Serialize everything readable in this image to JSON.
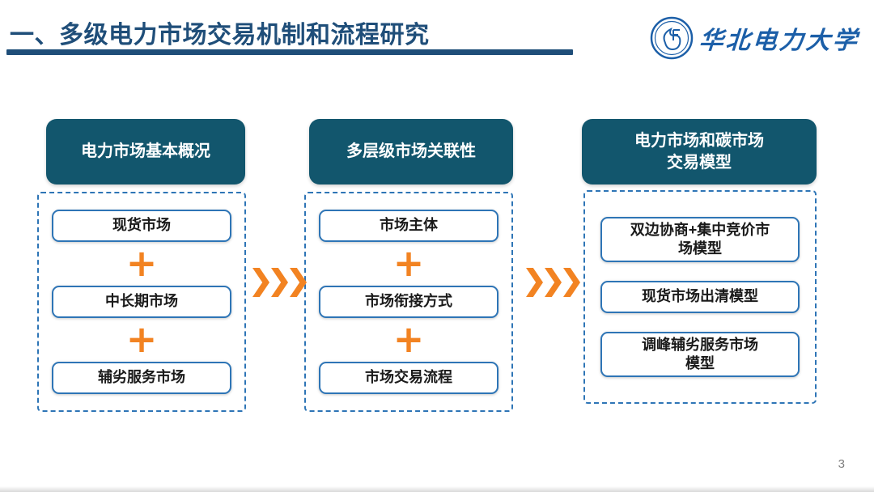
{
  "header": {
    "title": "一、多级电力市场交易机制和流程研究",
    "logo_text": "华北电力大学"
  },
  "columns": [
    {
      "header": "电力市场基本概况",
      "items": [
        "现货市场",
        "中长期市场",
        "辅劣服务市场"
      ]
    },
    {
      "header": "多层级市场关联性",
      "items": [
        "市场主体",
        "市场衔接方式",
        "市场交易流程"
      ]
    },
    {
      "header": "电力市场和碳市场\n交易模型",
      "items": [
        "双边协商+集中竞价市\n场模型",
        "现货市场出清模型",
        "调峰辅劣服务市场\n模型"
      ]
    }
  ],
  "separators": {
    "plus": "+"
  },
  "footer": {
    "page_number": "3"
  },
  "icons": {
    "arrow_between_columns": "triple-chevron-right-icon",
    "item_separator": "plus-icon",
    "logo": "university-emblem-icon"
  },
  "colors": {
    "title-blue": "#1F4E79",
    "header-bg": "#12566D",
    "box-border": "#2E75B6",
    "orange": "#F28322",
    "logo-blue": "#1C5FA8",
    "text-dark": "#1a1a1a",
    "page-gray": "#7d7d7d"
  }
}
